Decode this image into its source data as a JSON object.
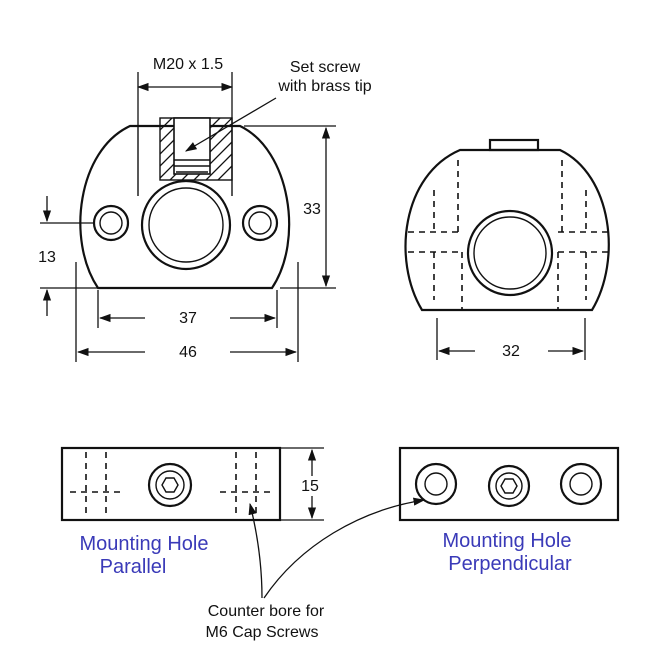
{
  "labels": {
    "thread": "M20 x 1.5",
    "set_screw_line1": "Set screw",
    "set_screw_line2": "with brass tip",
    "dim_height": "33",
    "dim_hole_height": "13",
    "dim_hole_spacing": "37",
    "dim_width": "46",
    "dim_side_width": "32",
    "dim_thickness": "15",
    "parallel_line1": "Mounting Hole",
    "parallel_line2": "Parallel",
    "perpendicular_line1": "Mounting Hole",
    "perpendicular_line2": "Perpendicular",
    "counterbore_line1": "Counter bore for",
    "counterbore_line2": "M6 Cap Screws"
  },
  "colors": {
    "line": "#111111",
    "caption_blue": "#3a3ab8",
    "background": "#ffffff"
  }
}
